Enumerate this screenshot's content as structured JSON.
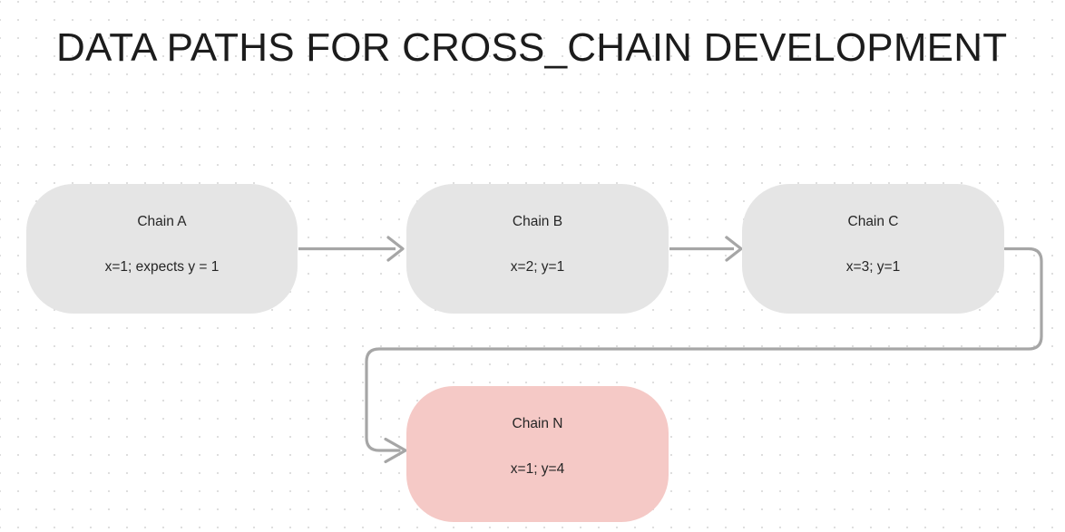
{
  "diagram": {
    "title": "DATA PATHS FOR CROSS_CHAIN DEVELOPMENT",
    "background": "#ffffff",
    "grid_dot_color": "#dedede",
    "edge_color": "#a6a6a6",
    "node_fill_default": "#e5e5e5",
    "node_fill_highlight": "#f5c9c6",
    "node_text_color": "#262626",
    "title_color": "#1c1c1c",
    "nodes": [
      {
        "id": "chain-a",
        "label": "Chain A",
        "detail": "x=1; expects y = 1",
        "fill": "#e5e5e5"
      },
      {
        "id": "chain-b",
        "label": "Chain B",
        "detail": "x=2; y=1",
        "fill": "#e5e5e5"
      },
      {
        "id": "chain-c",
        "label": "Chain C",
        "detail": "x=3; y=1",
        "fill": "#e5e5e5"
      },
      {
        "id": "chain-n",
        "label": "Chain N",
        "detail": "x=1; y=4",
        "fill": "#f5c9c6"
      }
    ],
    "edges": [
      {
        "id": "edge-a-b",
        "from": "chain-a",
        "to": "chain-b",
        "label": "",
        "style": "straight-arrow"
      },
      {
        "id": "edge-b-c",
        "from": "chain-b",
        "to": "chain-c",
        "label": "",
        "style": "straight-arrow"
      },
      {
        "id": "edge-c-n",
        "from": "chain-c",
        "to": "chain-n",
        "label": "",
        "style": "orthogonal-routed-arrow"
      }
    ]
  }
}
